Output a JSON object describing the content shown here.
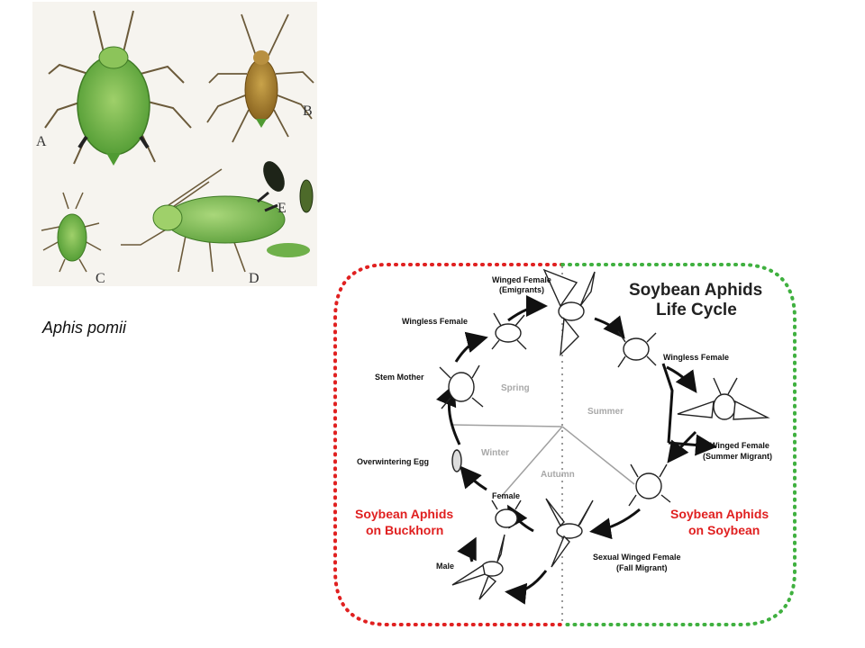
{
  "photo": {
    "letters": {
      "a": "A",
      "b": "B",
      "c": "C",
      "d": "D",
      "e": "E"
    }
  },
  "caption": "Aphis pomii",
  "lifecycle": {
    "title_line1": "Soybean Aphids",
    "title_line2": "Life Cycle",
    "labels": {
      "winged_female_line1": "Winged Female",
      "winged_female_line2": "(Emigrants)",
      "wingless_female_left": "Wingless Female",
      "stem_mother": "Stem Mother",
      "overwintering_egg": "Overwintering Egg",
      "female": "Female",
      "male": "Male",
      "wingless_female_right": "Wingless Female",
      "summer_migrant_line1": "Winged Female",
      "summer_migrant_line2": "(Summer Migrant)",
      "fall_migrant_line1": "Sexual Winged Female",
      "fall_migrant_line2": "(Fall Migrant)"
    },
    "seasons": {
      "spring": "Spring",
      "summer": "Summer",
      "winter": "Winter",
      "autumn": "Autumn"
    },
    "hosts": {
      "left_line1": "Soybean Aphids",
      "left_line2": "on Buckhorn",
      "right_line1": "Soybean Aphids",
      "right_line2": "on Soybean"
    },
    "colors": {
      "buckhorn_border": "#e02020",
      "soybean_border": "#3fb03f",
      "host_text": "#e02020"
    }
  }
}
